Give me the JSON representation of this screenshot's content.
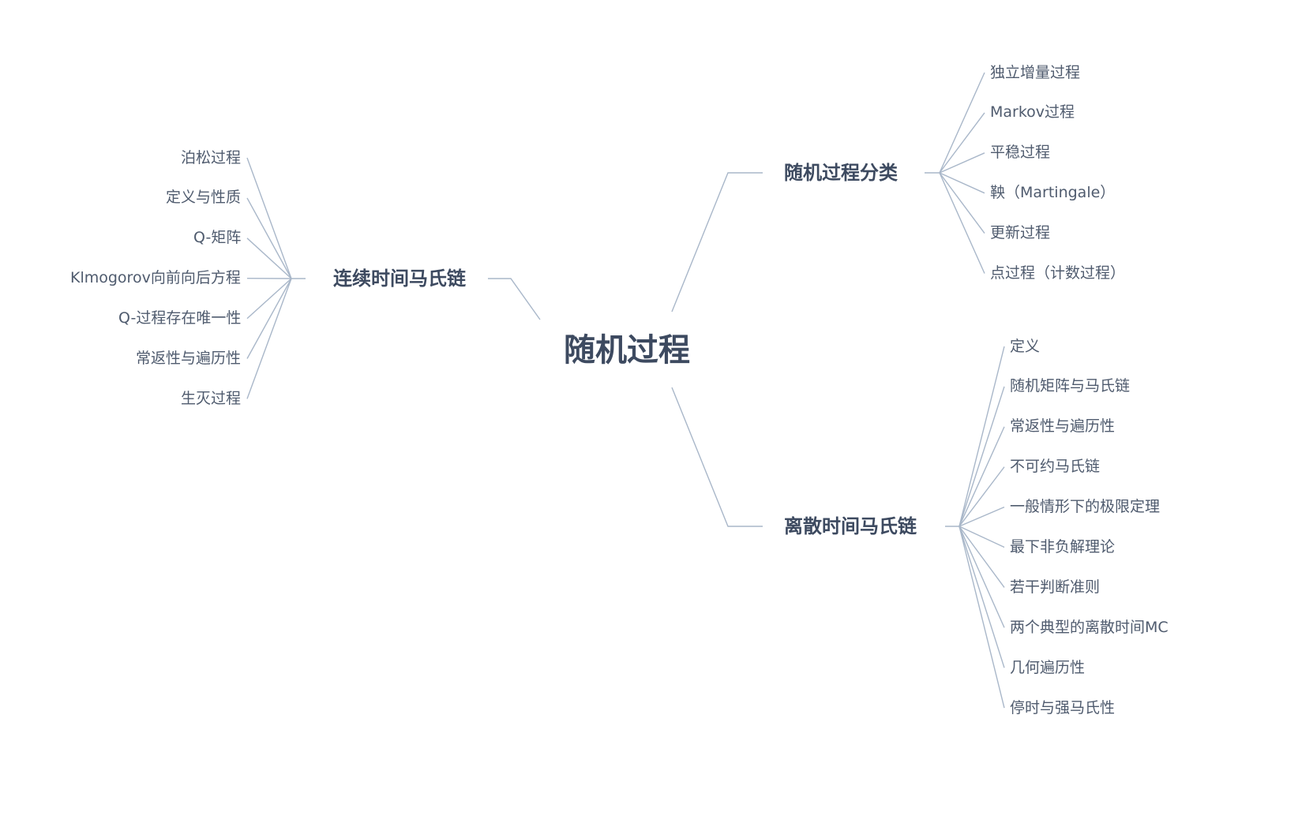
{
  "root": "随机过程",
  "colors": {
    "text_root": "#3d4a60",
    "text_leaf": "#4f5b6e",
    "edge": "#a9b7c9"
  },
  "branches": [
    {
      "id": "classification",
      "label": "随机过程分类",
      "side": "right",
      "children": [
        "独立增量过程",
        "Markov过程",
        "平稳过程",
        "鞅（Martingale）",
        "更新过程",
        "点过程（计数过程）"
      ]
    },
    {
      "id": "discrete-mc",
      "label": "离散时间马氏链",
      "side": "right",
      "children": [
        "定义",
        "随机矩阵与马氏链",
        "常返性与遍历性",
        "不可约马氏链",
        "一般情形下的极限定理",
        "最下非负解理论",
        "若干判断准则",
        "两个典型的离散时间MC",
        "几何遍历性",
        "停时与强马氏性"
      ]
    },
    {
      "id": "continuous-mc",
      "label": "连续时间马氏链",
      "side": "left",
      "children": [
        "泊松过程",
        "定义与性质",
        "Q-矩阵",
        "Klmogorov向前向后方程",
        "Q-过程存在唯一性",
        "常返性与遍历性",
        "生灭过程"
      ]
    }
  ]
}
